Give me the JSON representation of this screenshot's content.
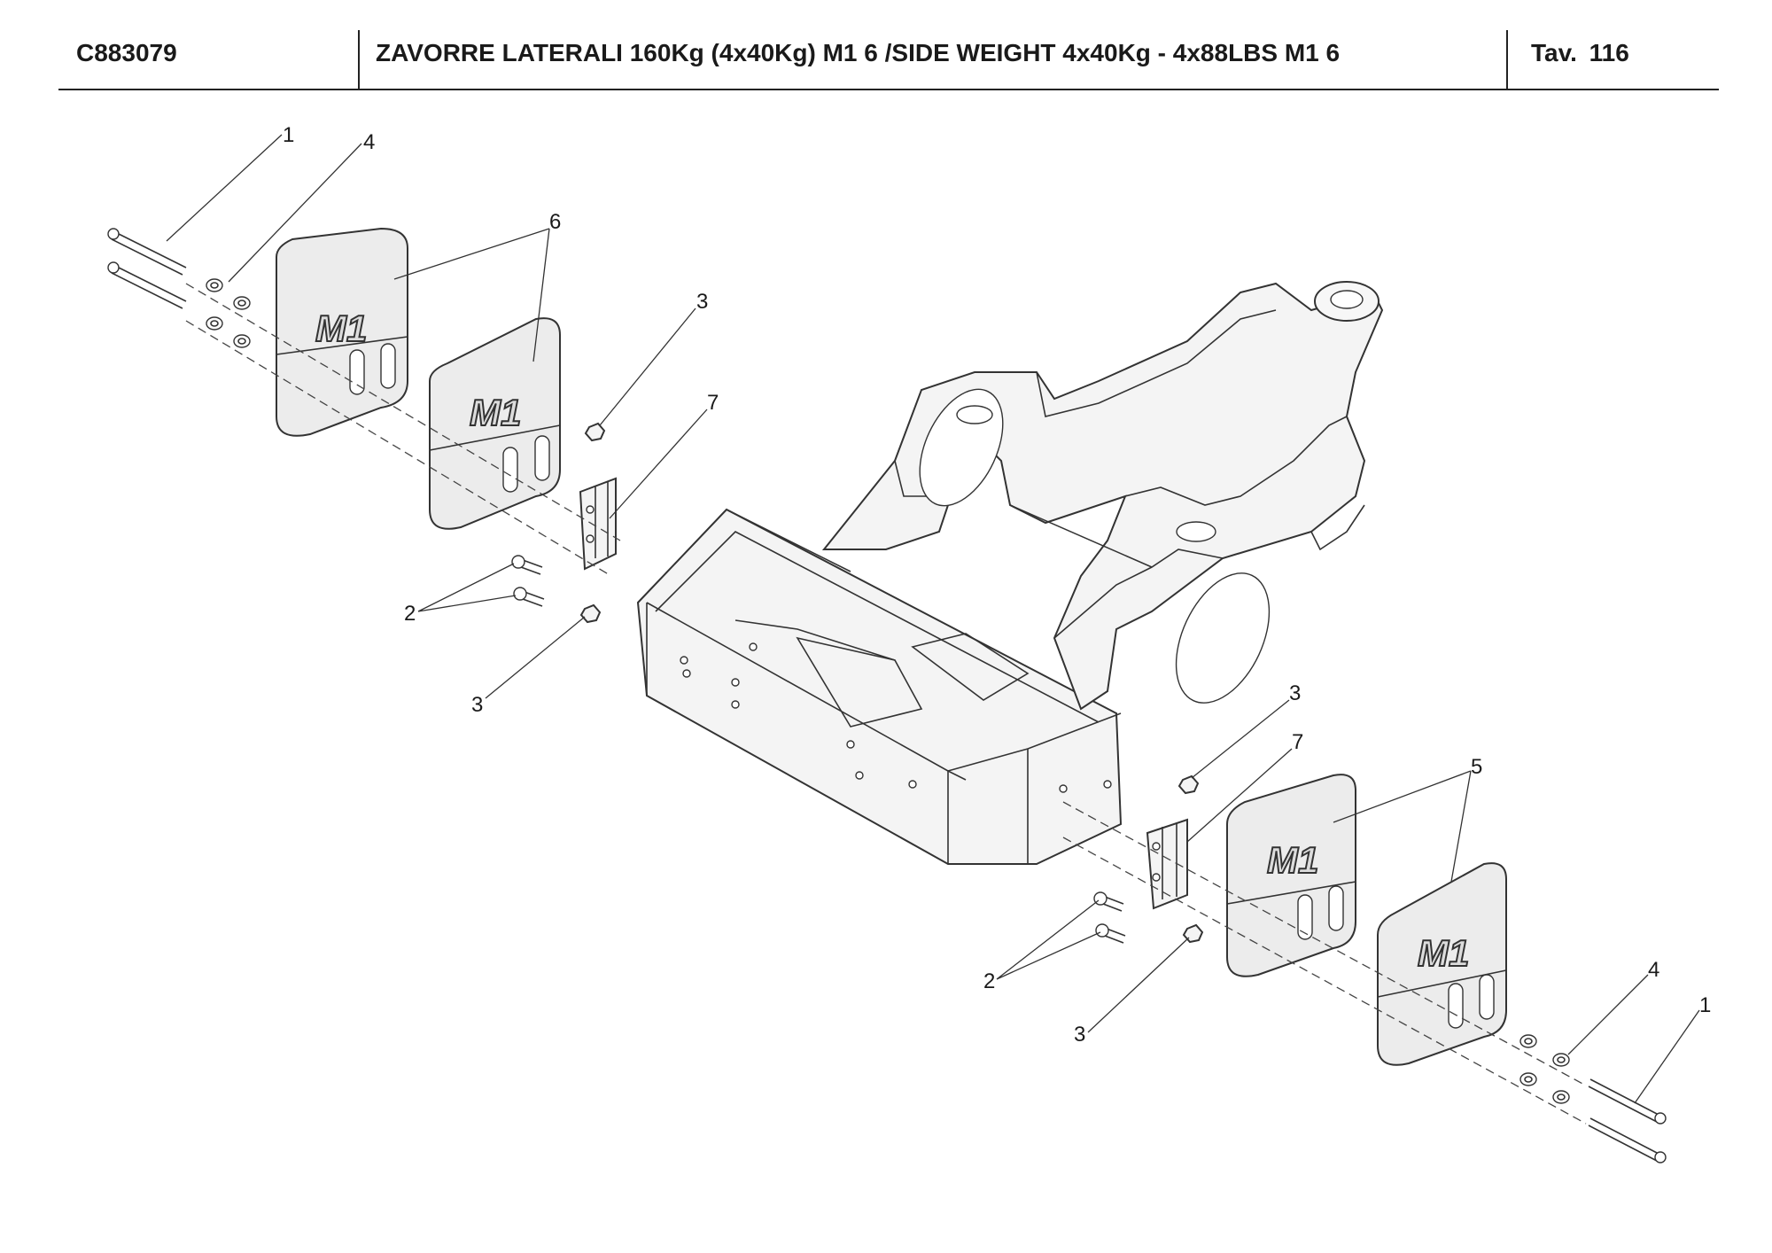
{
  "header": {
    "code": "C883079",
    "title": "ZAVORRE LATERALI 160Kg (4x40Kg) M1 6 /SIDE WEIGHT 4x40Kg - 4x88LBS M1 6",
    "sheet": "Tav.  116"
  },
  "weight_logo": "M1",
  "callouts": {
    "left_bolt": "1",
    "left_washer": "4",
    "left_weight": "6",
    "left_nut_top": "3",
    "left_bracket": "7",
    "left_screw": "2",
    "left_nut_bottom": "3",
    "right_nut_top": "3",
    "right_bracket": "7",
    "right_weight": "5",
    "right_screw": "2",
    "right_nut_bottom": "3",
    "right_washer": "4",
    "right_bolt": "1"
  }
}
